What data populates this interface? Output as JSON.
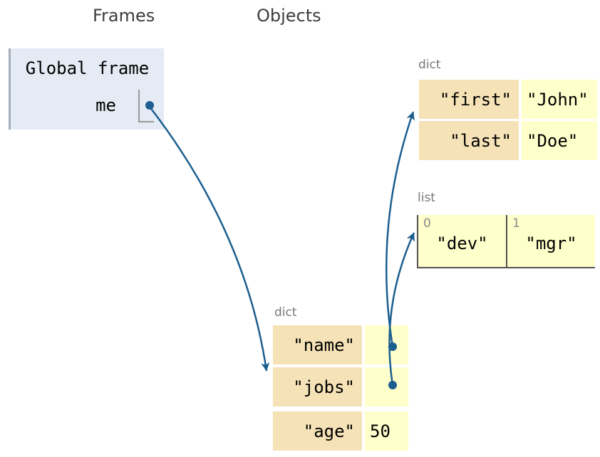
{
  "headers": {
    "frames": "Frames",
    "objects": "Objects"
  },
  "frame": {
    "title": "Global frame",
    "variables": [
      {
        "name": "me",
        "value": "pointer-to-dict"
      }
    ]
  },
  "objects": {
    "person_dict": {
      "label": "dict",
      "entries": [
        {
          "key": "\"first\"",
          "value": "\"John\""
        },
        {
          "key": "\"last\"",
          "value": "\"Doe\""
        }
      ]
    },
    "jobs_list": {
      "label": "list",
      "items": [
        {
          "index": "0",
          "value": "\"dev\""
        },
        {
          "index": "1",
          "value": "\"mgr\""
        }
      ]
    },
    "me_dict": {
      "label": "dict",
      "entries": [
        {
          "key": "\"name\"",
          "value": ""
        },
        {
          "key": "\"jobs\"",
          "value": ""
        },
        {
          "key": "\"age\"",
          "value": "50"
        }
      ]
    }
  },
  "colors": {
    "pointer_blue": "#1b5e8f",
    "frame_bg": "#e4ebf4",
    "frame_border": "#a4aeb8",
    "dict_key_bg": "#f5e2b6",
    "cell_yellow_bg": "#ffffcb",
    "list_border": "#525252",
    "label_gray": "#777777",
    "header_gray": "#3d3d3d"
  }
}
